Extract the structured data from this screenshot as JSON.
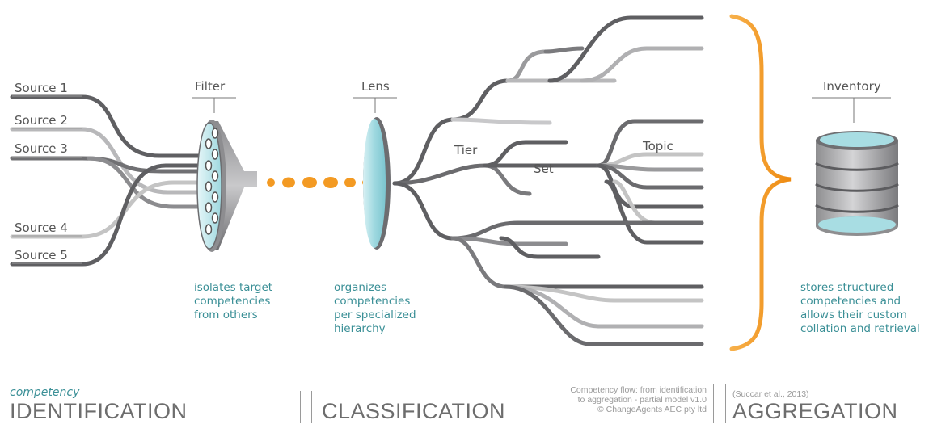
{
  "labels": {
    "filter": "Filter",
    "lens": "Lens",
    "tier": "Tier",
    "set": "Set",
    "topic": "Topic",
    "inventory": "Inventory"
  },
  "sources": [
    "Source 1",
    "Source 2",
    "Source 3",
    "Source 4",
    "Source 5"
  ],
  "descriptions": {
    "filter": [
      "isolates target",
      "competencies",
      "from others"
    ],
    "lens": [
      "organizes",
      "competencies",
      "per specialized",
      "hierarchy"
    ],
    "inventory": [
      "stores structured",
      "competencies and",
      "allows their custom",
      "collation and retrieval"
    ]
  },
  "footer": {
    "identification_prefix": "competency",
    "identification": "IDENTIFICATION",
    "classification": "CLASSIFICATION",
    "aggregation": "AGGREGATION",
    "caption": [
      "Competency flow: from identification",
      "to aggregation - partial model v1.0",
      "© ChangeAgents AEC pty ltd"
    ],
    "citation": "(Succar et al., 2013)"
  },
  "colors": {
    "dark_line": "#5f5f62",
    "mid_line": "#8c8c8f",
    "light_line": "#c4c4c4",
    "accent_orange": "#f39a23",
    "lens_cyan": "#a8dde3",
    "teal_text": "#3a8f96"
  },
  "icons": [
    "filter-funnel-icon",
    "lens-icon",
    "database-icon",
    "curly-brace-icon"
  ]
}
